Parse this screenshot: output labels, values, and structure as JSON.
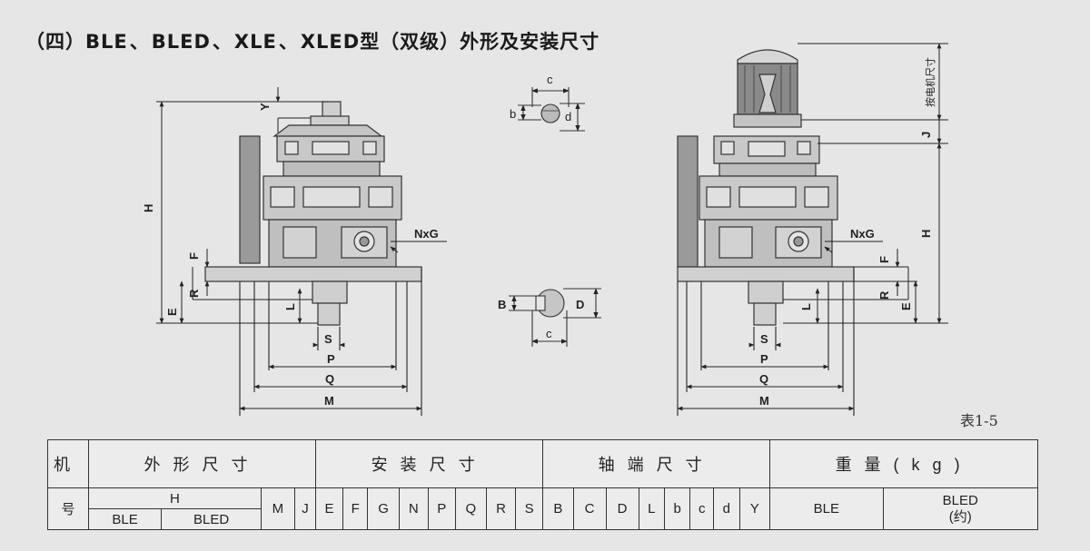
{
  "heading": {
    "prefix": "（四）",
    "models": [
      "BLE",
      "BLED",
      "XLE",
      "XLED"
    ],
    "separator": "、",
    "suffix": "型（双级）外形及安装尺寸"
  },
  "drawing_left": {
    "labels": {
      "Y": "Y",
      "H": "H",
      "F": "F",
      "R": "R",
      "E": "E",
      "L": "L",
      "NxG": "NxG",
      "S": "S",
      "P": "P",
      "Q": "Q",
      "M": "M"
    }
  },
  "drawing_right": {
    "labels": {
      "J": "J",
      "motor_note": "按电机尺寸",
      "H": "H",
      "F": "F",
      "R": "R",
      "E": "E",
      "L": "L",
      "NxG": "NxG",
      "S": "S",
      "P": "P",
      "Q": "Q",
      "M": "M"
    }
  },
  "shaft_key_top": {
    "labels": {
      "c": "c",
      "b": "b",
      "d": "d"
    }
  },
  "shaft_key_bottom": {
    "labels": {
      "B": "B",
      "D": "D",
      "c": "c"
    }
  },
  "table_label": "表1-5",
  "table": {
    "col_jihao_top": "机",
    "col_jihao_bottom": "号",
    "group_outline": "外形尺寸",
    "group_install": "安装尺寸",
    "group_shaft": "轴端尺寸",
    "group_weight": "重量(kg)",
    "H": "H",
    "H_sub": [
      "BLE",
      "BLED"
    ],
    "outline_cols": [
      "M",
      "J"
    ],
    "install_cols": [
      "E",
      "F",
      "G",
      "N",
      "P",
      "Q",
      "R",
      "S"
    ],
    "shaft_cols": [
      "B",
      "C",
      "D",
      "L",
      "b",
      "c",
      "d",
      "Y"
    ],
    "weight_cols": [
      "BLE",
      "BLED",
      "(约)"
    ]
  }
}
